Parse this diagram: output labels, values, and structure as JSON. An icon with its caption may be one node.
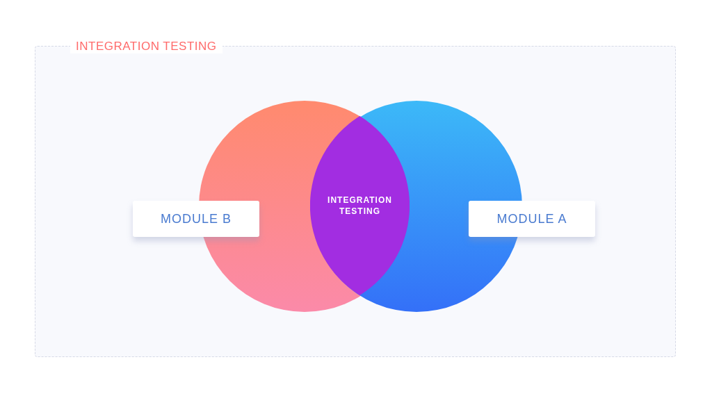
{
  "diagram": {
    "nodes": [
      {
        "text": [
          "INTEGRATION TESTING"
        ]
      },
      {
        "text": [],
        "shape": "circle",
        "in": 0
      },
      {
        "text": [],
        "shape": "circle",
        "in": 0
      },
      {
        "text": [
          "INTEGRATION TESTING"
        ]
      },
      {
        "text": [
          "MODULE B"
        ],
        "in": 0
      },
      {
        "text": [
          "MODULE A"
        ],
        "in": 0
      }
    ]
  }
}
